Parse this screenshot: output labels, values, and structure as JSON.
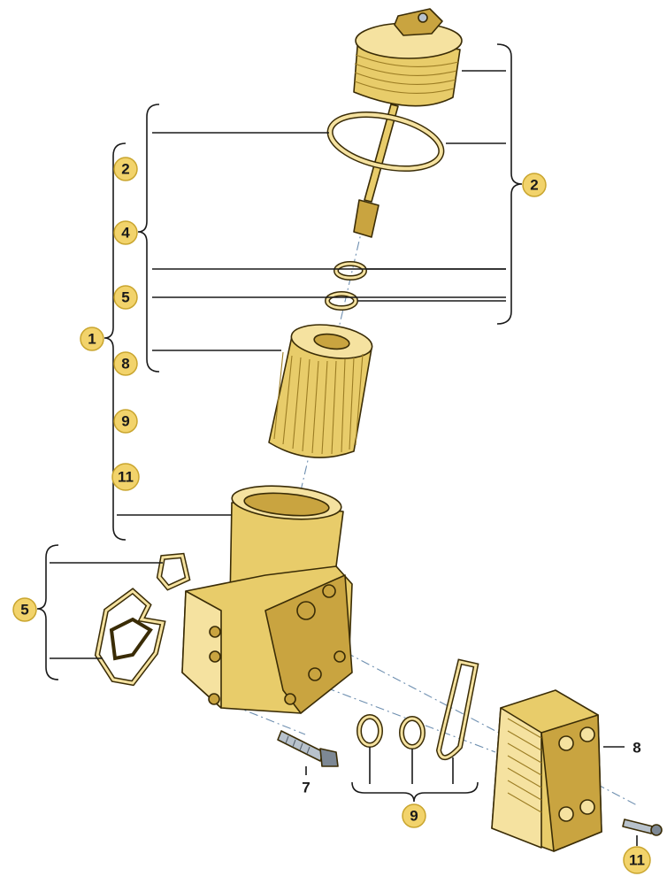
{
  "callouts": {
    "left_group_1": "1",
    "left_2": "2",
    "left_4": "4",
    "left_5": "5",
    "left_8": "8",
    "left_9": "9",
    "left_11": "11",
    "right_2": "2",
    "gasket_5": "5",
    "bolt_7": "7",
    "cooler_8": "8",
    "seals_9": "9",
    "screw_11": "11"
  },
  "colors": {
    "part_gold": "#e8cc6a",
    "badge_fill": "#f2d36b",
    "axis_line": "#6e8fb0",
    "steel": "#b8c2cc"
  }
}
